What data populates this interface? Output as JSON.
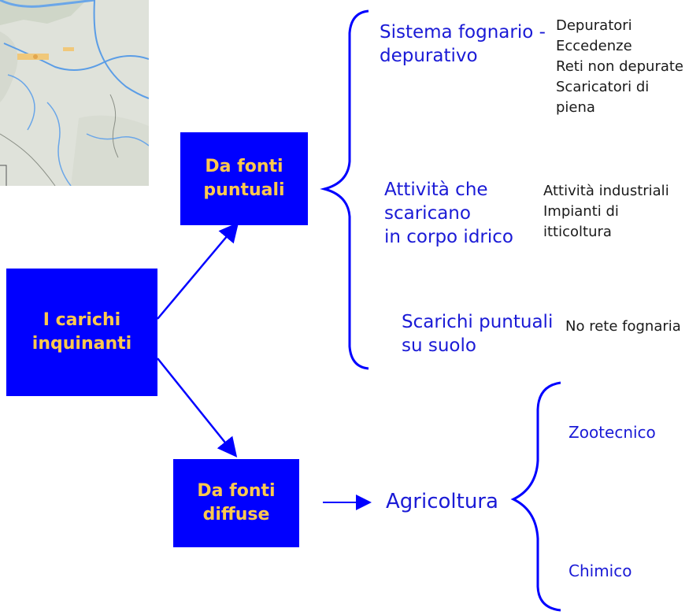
{
  "map": {
    "icon": "map-thumbnail-icon"
  },
  "boxes": {
    "main": "I carichi\ninquinanti",
    "puntuali": "Da fonti\npuntuali",
    "diffuse": "Da fonti\ndiffuse"
  },
  "puntuali": {
    "fognario": "Sistema fognario -\ndepurativo",
    "fognario_items": "Depuratori\nEccedenze\nReti non depurate\nScaricatori di\npiena",
    "attivita": "Attività che\nscaricano\nin corpo idrico",
    "attivita_items": "Attività industriali\nImpianti di\nitticoltura",
    "scarichi": "Scarichi puntuali\nsu suolo",
    "scarichi_items": "No rete fognaria"
  },
  "diffuse": {
    "agricoltura": "Agricoltura",
    "zootecnico": "Zootecnico",
    "chimico": "Chimico"
  },
  "colors": {
    "box_fill": "#0000ff",
    "box_text": "#ffc94d",
    "accent": "#1a1ad6",
    "text": "#1a1a1a"
  }
}
